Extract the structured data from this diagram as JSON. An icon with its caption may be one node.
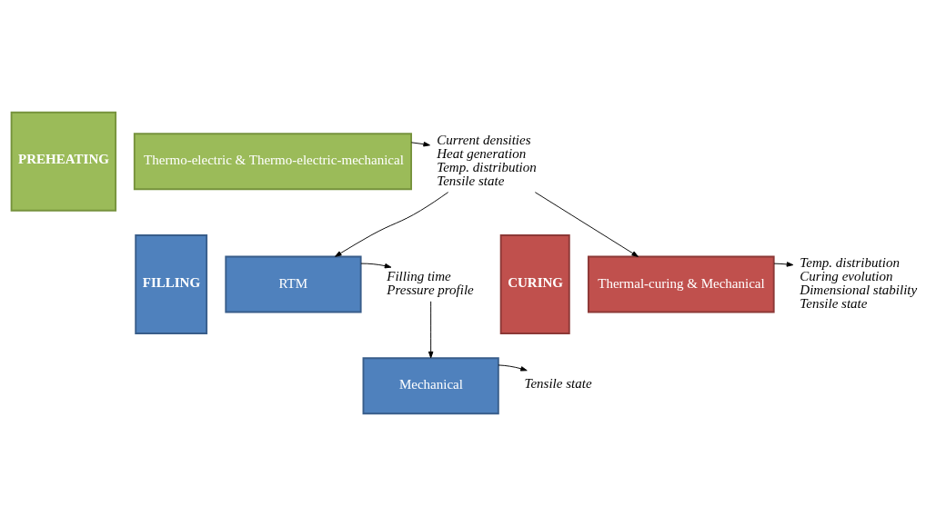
{
  "diagram": {
    "nodes": [
      {
        "text": [
          "PREHEATING"
        ]
      },
      {
        "text": [
          "Thermo-electric & Thermo-electric-mechanical"
        ]
      },
      {
        "text": [
          "Current densities",
          "Heat generation",
          "Temp. distribution",
          "Tensile state"
        ]
      },
      {
        "text": [
          "FILLING"
        ]
      },
      {
        "text": [
          "RTM"
        ]
      },
      {
        "text": [
          "Filling time",
          "Pressure profile"
        ]
      },
      {
        "text": [
          "Mechanical"
        ]
      },
      {
        "text": [
          "Tensile state"
        ]
      },
      {
        "text": [
          "CURING"
        ]
      },
      {
        "text": [
          "Thermal-curing & Mechanical"
        ]
      },
      {
        "text": [
          "Temp. distribution",
          "Curing evolution",
          "Dimensional stability",
          "Tensile state"
        ]
      }
    ],
    "edges": [
      {
        "from": 1,
        "to": 2,
        "arrow": "to"
      },
      {
        "from": 2,
        "to": 4,
        "arrow": "to"
      },
      {
        "from": 2,
        "to": 9,
        "arrow": "to"
      },
      {
        "from": 4,
        "to": 5,
        "arrow": "to"
      },
      {
        "from": 5,
        "to": 6,
        "arrow": "to"
      },
      {
        "from": 6,
        "to": 7,
        "arrow": "to"
      },
      {
        "from": 9,
        "to": 10,
        "arrow": "to"
      }
    ]
  }
}
